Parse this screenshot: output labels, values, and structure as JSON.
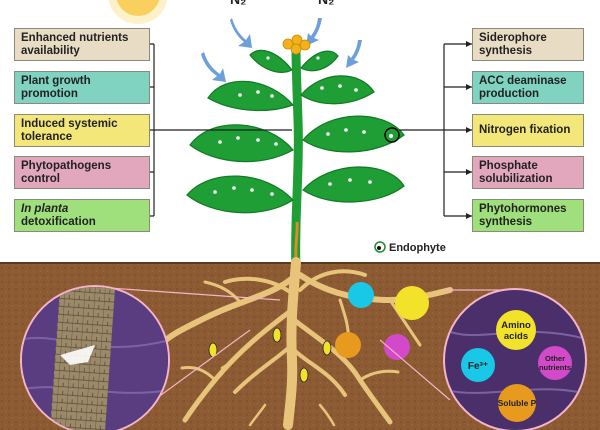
{
  "left_boxes": [
    {
      "label": "Enhanced nutrients availability",
      "color": "#e9dcc4"
    },
    {
      "label": "Plant growth promotion",
      "color": "#7fd3c0"
    },
    {
      "label": "Induced systemic tolerance",
      "color": "#f3e77a"
    },
    {
      "label": "Phytopathogens control",
      "color": "#e2a7bd"
    },
    {
      "label_italic": "In planta",
      "label_rest": "detoxification",
      "color": "#9fe07d"
    }
  ],
  "right_boxes": [
    {
      "label": "Siderophore synthesis",
      "color": "#e9dcc4"
    },
    {
      "label": "ACC deaminase production",
      "color": "#7fd3c0"
    },
    {
      "label": "Nitrogen fixation",
      "color": "#f3e77a"
    },
    {
      "label": "Phosphate solubilization",
      "color": "#e2a7bd"
    },
    {
      "label": "Phytohormones synthesis",
      "color": "#9fe07d"
    }
  ],
  "nitrogen_labels": [
    "N₂",
    "N₂"
  ],
  "legend": {
    "label": "Endophyte"
  },
  "nutrient_bubbles": [
    {
      "label": "Amino acids",
      "color": "#f2e32a"
    },
    {
      "label": "Fe³⁺",
      "color": "#19c8e6"
    },
    {
      "label": "Other nutrients",
      "color": "#d24ac9"
    },
    {
      "label": "Soluble P",
      "color": "#e79a1e"
    }
  ],
  "colors": {
    "soil": "#8a5a32",
    "leaf": "#1f9e35",
    "root": "#e8c47a",
    "sun": "#f7c23a",
    "arrow": "#6d9fd8"
  }
}
